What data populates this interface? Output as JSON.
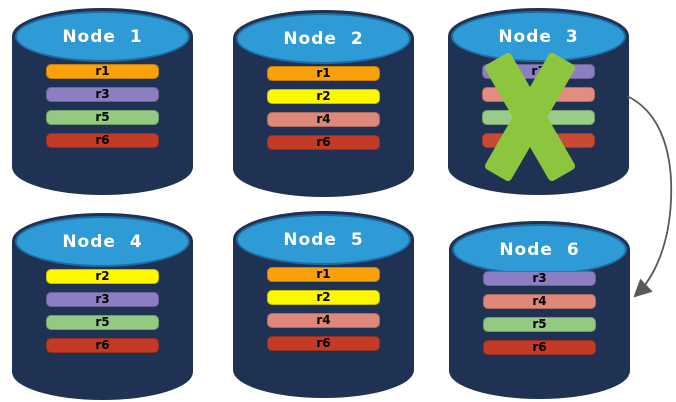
{
  "diagram": {
    "background": "#ffffff",
    "palette": {
      "cylinder_body": "#1f3254",
      "cylinder_top": "#2e9ad6",
      "cylinder_top_border": "#1d6da3",
      "node_label_color": "#ffffff",
      "replica_label_color": "#000000",
      "failure_x_color": "#8cc63e",
      "arrow_color": "#595959"
    },
    "nodes": [
      {
        "label": "Node 1",
        "failed": false,
        "replicas": [
          {
            "label": "r1",
            "color": "#f9a00b"
          },
          {
            "label": "r3",
            "color": "#8c7ec3"
          },
          {
            "label": "r5",
            "color": "#94c982"
          },
          {
            "label": "r6",
            "color": "#c33b27"
          }
        ]
      },
      {
        "label": "Node 2",
        "failed": false,
        "replicas": [
          {
            "label": "r1",
            "color": "#f9a00b"
          },
          {
            "label": "r2",
            "color": "#fdf800"
          },
          {
            "label": "r4",
            "color": "#dd8878"
          },
          {
            "label": "r6",
            "color": "#c33b27"
          }
        ]
      },
      {
        "label": "Node 3",
        "failed": true,
        "replicas": [
          {
            "label": "r3",
            "color": "#8c7ec3"
          },
          {
            "label": "r4",
            "color": "#e28d7e"
          },
          {
            "label": "r5",
            "color": "#9bcd8a"
          },
          {
            "label": "r6",
            "color": "#c84a35"
          }
        ]
      },
      {
        "label": "Node 4",
        "failed": false,
        "replicas": [
          {
            "label": "r2",
            "color": "#fdf800"
          },
          {
            "label": "r3",
            "color": "#8c7ec3"
          },
          {
            "label": "r5",
            "color": "#94c982"
          },
          {
            "label": "r6",
            "color": "#c33b27"
          }
        ]
      },
      {
        "label": "Node 5",
        "failed": false,
        "replicas": [
          {
            "label": "r1",
            "color": "#f9a00b"
          },
          {
            "label": "r2",
            "color": "#fdf800"
          },
          {
            "label": "r4",
            "color": "#dd8878"
          },
          {
            "label": "r6",
            "color": "#c33b27"
          }
        ]
      },
      {
        "label": "Node 6",
        "failed": false,
        "replicas": [
          {
            "label": "r3",
            "color": "#8c7ec3"
          },
          {
            "label": "r4",
            "color": "#dd8878"
          },
          {
            "label": "r5",
            "color": "#94c982"
          },
          {
            "label": "r6",
            "color": "#c33b27"
          }
        ]
      }
    ],
    "arrow": {
      "from": "Node 3",
      "to": "Node 6"
    }
  }
}
